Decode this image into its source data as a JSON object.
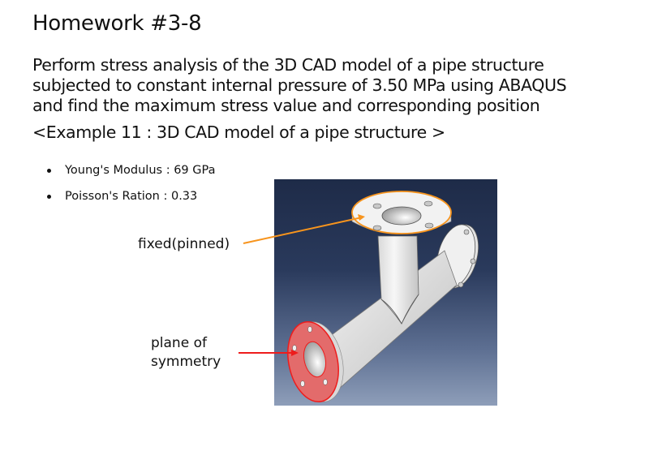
{
  "slide": {
    "title": "Homework #3-8",
    "paragraph": [
      "Perform stress analysis of the 3D CAD model of a pipe structure",
      "subjected to constant internal pressure of 3.50 MPa using ABAQUS",
      "and find the maximum stress value and corresponding position"
    ],
    "example_caption": "<Example 11 : 3D CAD model of a pipe structure >",
    "properties": [
      {
        "label": "Young's Modulus : 69 GPa"
      },
      {
        "label": "Poisson's Ration : 0.33"
      }
    ]
  },
  "figure": {
    "description": "3D CAD model of a tee pipe structure with flanges",
    "annotations": [
      {
        "label": "fixed(pinned)",
        "color": "#f7941d"
      },
      {
        "label_lines": [
          "plane of",
          "symmetry"
        ],
        "color": "#ee1c1c"
      }
    ],
    "colors": {
      "background_top": "#1e2b48",
      "background_bottom": "#8e9eb9",
      "pipe": "#e6e6e6",
      "fixed_edge": "#f7941d",
      "symmetry_face": "#e36b6b"
    }
  }
}
